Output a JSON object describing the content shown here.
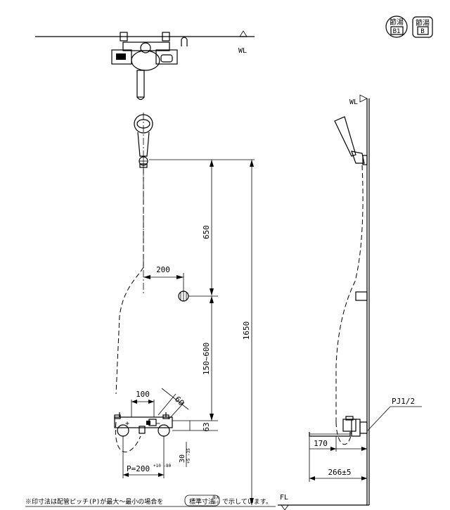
{
  "badges": [
    {
      "top": "節湯",
      "bottom": "B1"
    },
    {
      "top": "節湯",
      "bottom": "B"
    }
  ],
  "labels": {
    "wl_top": "WL",
    "wl_side": "WL",
    "fl": "FL",
    "pj": "PJ1/2"
  },
  "dimensions": {
    "d650": "650",
    "d200": "200",
    "d1650": "1650",
    "d150_600": "150~600",
    "d100": "100",
    "d60": "60",
    "d63": "63",
    "d30": "30",
    "d30_tol": "+5 -35",
    "pitch": "P=200",
    "pitch_tol": "+10 -80",
    "d170": "170",
    "d266": "266±5"
  },
  "note": {
    "before": "※印寸法は配管ピッチ(P)が最大～最小の場合を",
    "boxed": "標準寸法",
    "small_top": "最大",
    "small_bottom": "最小",
    "after": "で示しています。"
  }
}
